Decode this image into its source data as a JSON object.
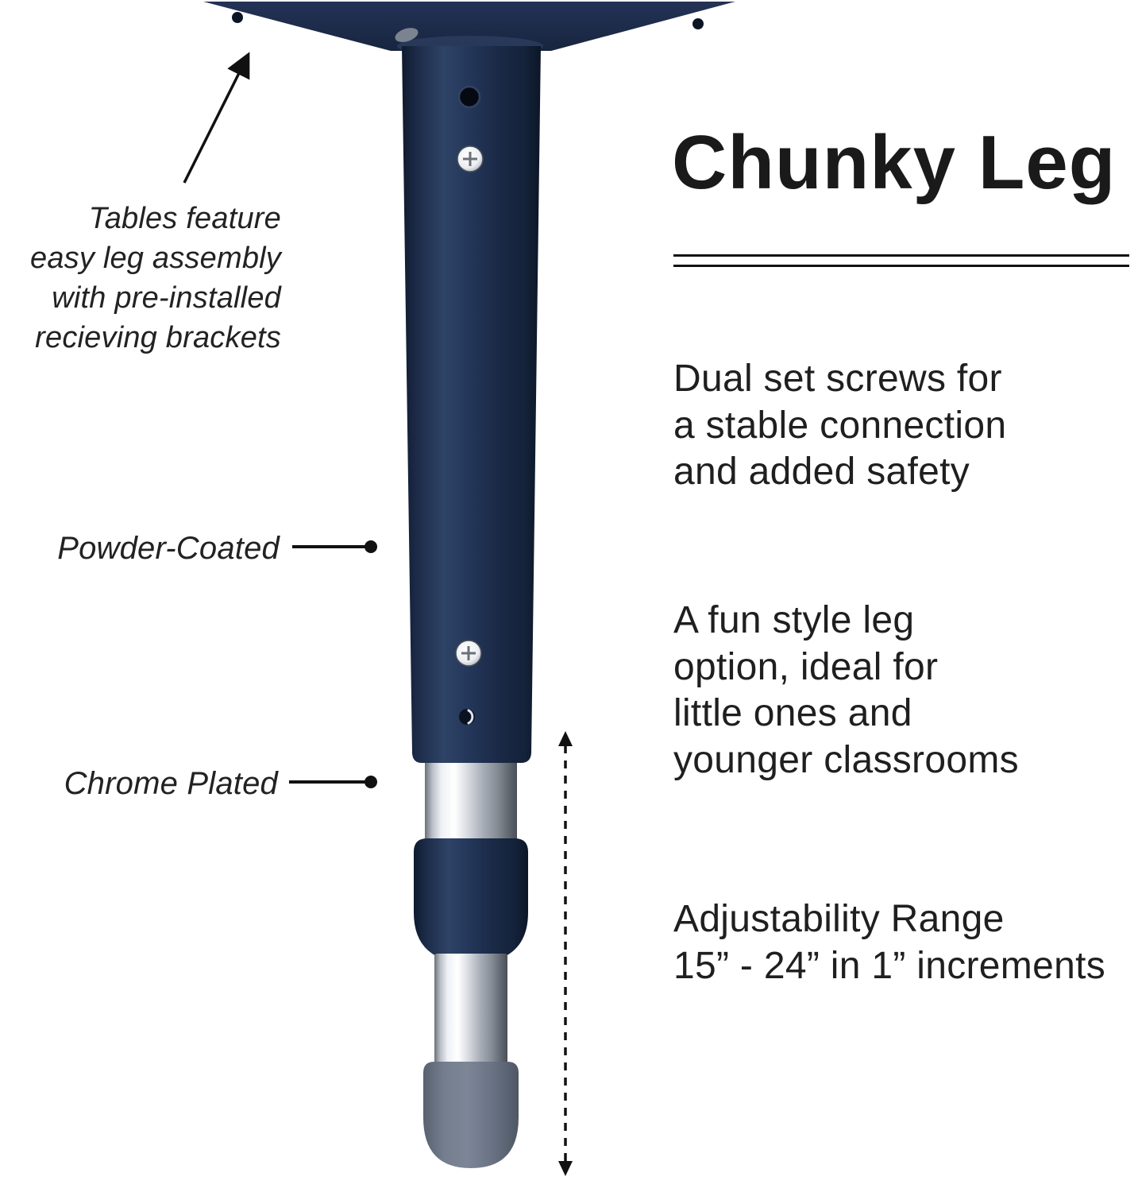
{
  "title": "Chunky Leg",
  "callouts": {
    "assembly": "Tables feature\neasy leg assembly\nwith pre-installed\nrecieving brackets",
    "powder_coated": "Powder-Coated",
    "chrome_plated": "Chrome Plated"
  },
  "features": {
    "dual_screws": "Dual set screws for\na stable connection\nand added safety",
    "fun_style": "A fun style leg\noption, ideal for\nlittle ones and\nyounger classrooms",
    "adjustability": "Adjustability Range\n15” - 24” in 1” increments"
  },
  "colors": {
    "navy": "#1d2b47",
    "chrome_highlight": "#ffffff",
    "foot_gray": "#6d7787",
    "text": "#1d1d1d"
  }
}
